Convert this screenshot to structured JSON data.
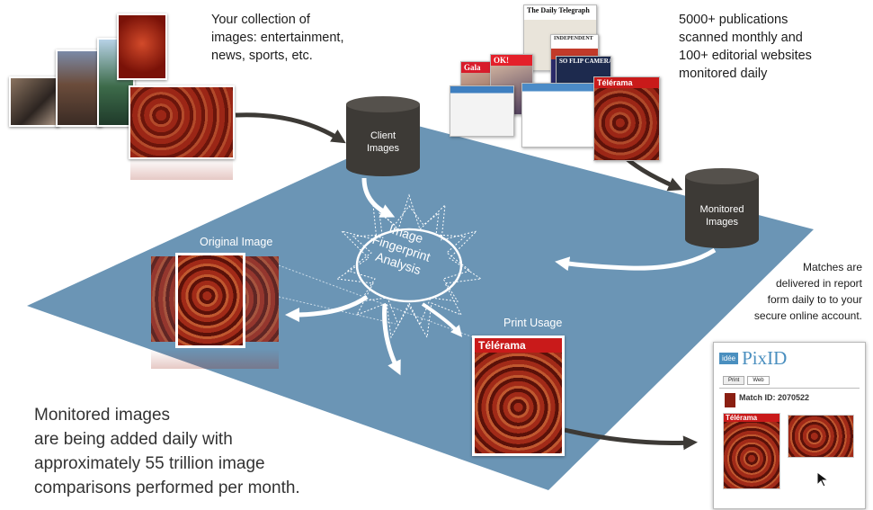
{
  "captions": {
    "collection": [
      "Your collection of",
      "images: entertainment,",
      "news, sports, etc."
    ],
    "publications": [
      "5000+ publications",
      "scanned monthly and",
      "100+ editorial websites",
      "monitored daily"
    ],
    "matches": [
      "Matches are",
      "delivered in report",
      "form daily to to your",
      "secure online account."
    ],
    "monitored": [
      "Monitored images",
      "are being added daily with",
      "approximately 55 trillion image",
      "comparisons performed per month."
    ]
  },
  "cylinders": {
    "client": [
      "Client",
      "Images"
    ],
    "monitored": [
      "Monitored",
      "Images"
    ]
  },
  "labels": {
    "original_image": "Original Image",
    "print_usage": "Print Usage",
    "analysis": [
      "Image",
      "Fingerprint",
      "Analysis"
    ]
  },
  "magazines": {
    "telegraph": "The Daily Telegraph",
    "gala": "Gala",
    "ok": "OK!",
    "telerama": "Télérama",
    "independent": "INDEPENDENT",
    "headline": "SO FLIP CAMERAS"
  },
  "report": {
    "logo_badge": "idée",
    "logo_text": "PixID",
    "tab_1": "Print",
    "tab_2": "Web",
    "match_id": "Match ID: 2070522",
    "telerama": "Télérama"
  },
  "colors": {
    "plane": "#6b95b5",
    "cylinder": "#3d3a36",
    "arrow_dark": "#3d3a36",
    "accent": "#4a8fbf",
    "robe": "#8a1f12"
  }
}
